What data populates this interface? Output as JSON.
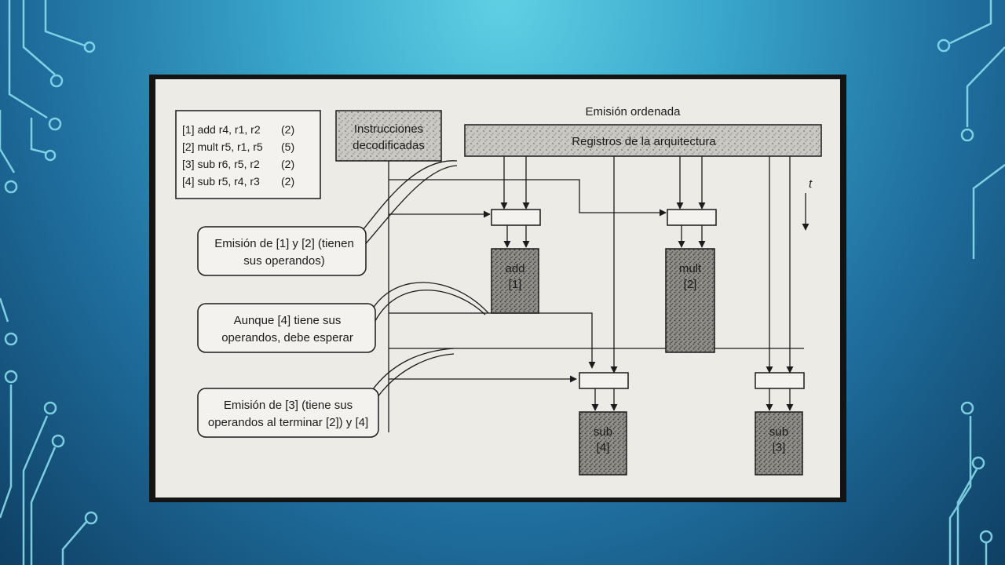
{
  "instructions": [
    {
      "text": "[1] add r4, r1, r2",
      "latency": "(2)"
    },
    {
      "text": "[2] mult r5, r1, r5",
      "latency": "(5)"
    },
    {
      "text": "[3] sub r6, r5, r2",
      "latency": "(2)"
    },
    {
      "text": "[4] sub r5, r4, r3",
      "latency": "(2)"
    }
  ],
  "decoded_box": {
    "line1": "Instrucciones",
    "line2": "decodificadas"
  },
  "issue_title": "Emisión ordenada",
  "registers_label": "Registros de la arquitectura",
  "time_axis_label": "t",
  "callouts": {
    "issue_1_2": {
      "line1": "Emisión de [1] y [2] (tienen",
      "line2": "sus operandos)"
    },
    "wait_4": {
      "line1": "Aunque [4] tiene sus",
      "line2": "operandos, debe esperar"
    },
    "issue_3_4": {
      "line1": "Emisión de [3] (tiene sus",
      "line2": "operandos al terminar [2]) y [4]"
    }
  },
  "units": {
    "add": {
      "op": "add",
      "id": "[1]"
    },
    "mult": {
      "op": "mult",
      "id": "[2]"
    },
    "sub4": {
      "op": "sub",
      "id": "[4]"
    },
    "sub3": {
      "op": "sub",
      "id": "[3]"
    }
  }
}
